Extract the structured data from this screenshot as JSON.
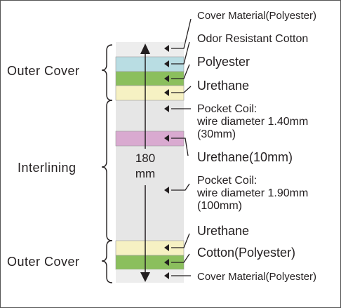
{
  "colors": {
    "base": "#e6e6e6",
    "cover_top": "#ededed",
    "light_blue": "#b9dde3",
    "green": "#8bbf5d",
    "yellow": "#f6f1c3",
    "pink": "#d9aad0",
    "line": "#231f20"
  },
  "side_labels": {
    "outer_cover_top": "Outer Cover",
    "interlining": "Interlining",
    "outer_cover_bottom": "Outer Cover"
  },
  "dimension": {
    "value": "180",
    "unit": "mm"
  },
  "layers": {
    "cover_material_top": "Cover Material(Polyester)",
    "odor_resistant_cotton": "Odor Resistant Cotton",
    "polyester": "Polyester",
    "urethane_top": "Urethane",
    "pocket_coil_1": [
      "Pocket Coil:",
      "wire diameter 1.40mm",
      "(30mm)"
    ],
    "urethane_10mm": "Urethane(10mm)",
    "pocket_coil_2": [
      "Pocket Coil:",
      "wire diameter 1.90mm",
      "(100mm)"
    ],
    "urethane_bottom": "Urethane",
    "cotton_polyester": "Cotton(Polyester)",
    "cover_material_bottom": "Cover Material(Polyester)"
  }
}
